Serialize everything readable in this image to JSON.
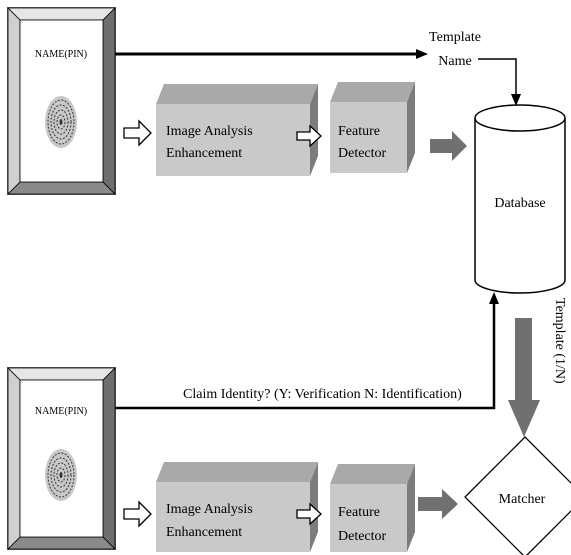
{
  "enroll": {
    "card_label": "NAME(PIN)",
    "block1_line1": "Image Analysis",
    "block1_line2": "Enhancement",
    "block2_line1": "Feature",
    "block2_line2": "Detector",
    "template_line1": "Template",
    "template_line2": "Name"
  },
  "database_label": "Database",
  "verify": {
    "card_label": "NAME(PIN)",
    "claim_text": "Claim Identity? (Y: Verification N: Identification)",
    "block1_line1": "Image Analysis",
    "block1_line2": "Enhancement",
    "block2_line1": "Feature",
    "block2_line2": "Detector"
  },
  "template_side_label": "Template (1/N)",
  "matcher_label": "Matcher"
}
